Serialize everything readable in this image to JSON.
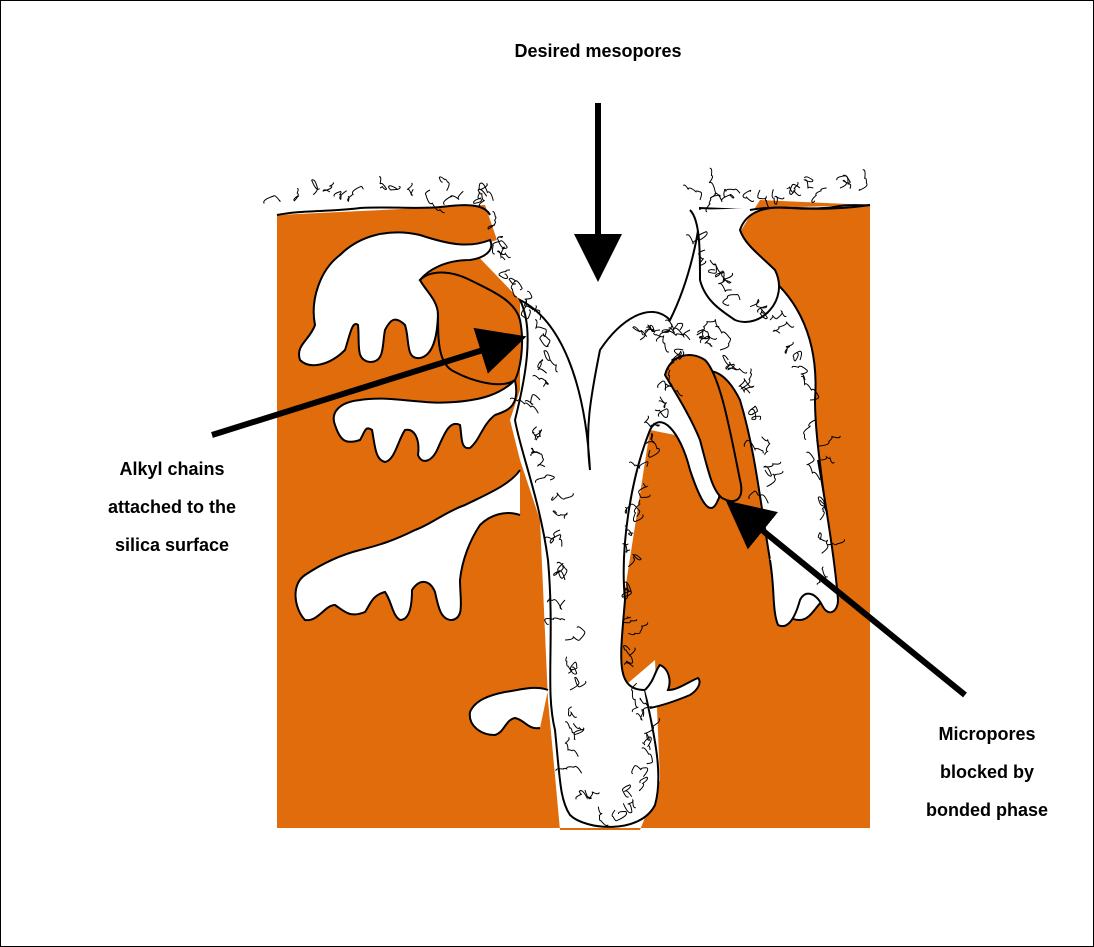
{
  "figure": {
    "labels": {
      "desired": "Desired mesopores",
      "alkyl": [
        "Alkyl chains",
        "attached to the",
        "silica surface"
      ],
      "micro": [
        "Micropores",
        "blocked by",
        "bonded phase"
      ]
    },
    "colors": {
      "silica": "#e06c0b",
      "pore": "#ffffff",
      "outline": "#000000",
      "chains": "#000000",
      "arrow": "#000000"
    }
  }
}
